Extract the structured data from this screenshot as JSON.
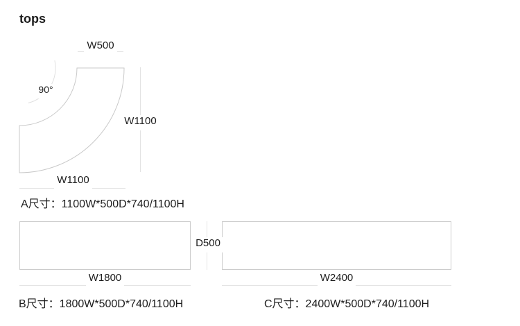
{
  "section": {
    "title": "tops"
  },
  "items": {
    "a": {
      "angle_label": "90°",
      "dim_top": "W500",
      "dim_right": "W1100",
      "dim_bottom": "W1100",
      "caption": "A尺寸：1100W*500D*740/1100H"
    },
    "b": {
      "dim_width": "W1800",
      "caption": "B尺寸：1800W*500D*740/1100H"
    },
    "c": {
      "dim_width": "W2400",
      "caption": "C尺寸：2400W*500D*740/1100H"
    }
  },
  "shared": {
    "depth_dim": "D500"
  },
  "colors": {
    "background": "#ffffff",
    "text": "#1c1c1c",
    "shape_outline": "#c9c9c9",
    "rect_border": "#cccccc",
    "dim_line": "#e3e3e3",
    "angle_arc": "#e0e0e0"
  }
}
